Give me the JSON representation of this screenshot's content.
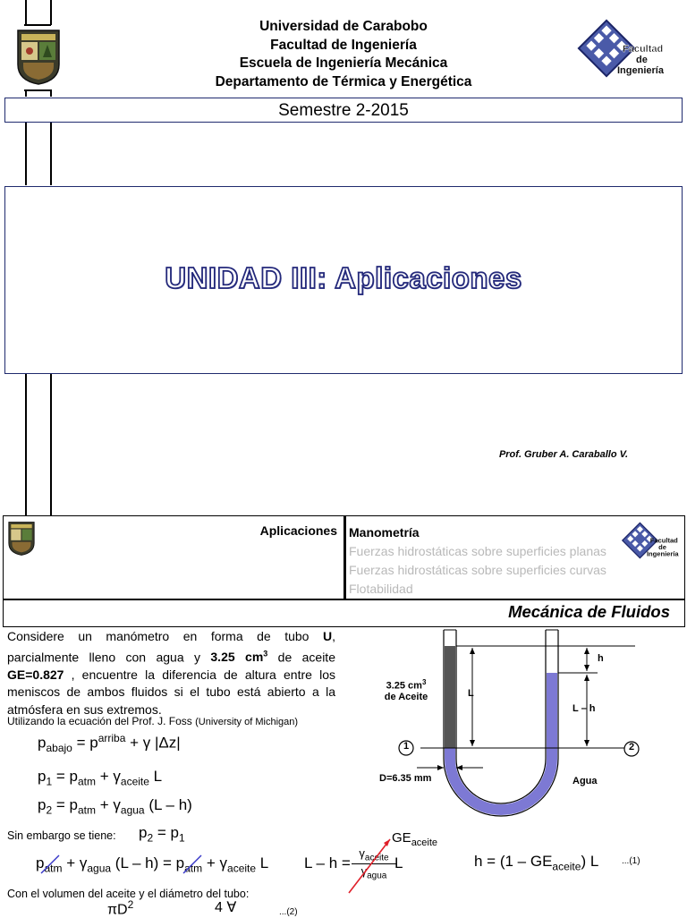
{
  "slide1": {
    "header_lines": [
      "Universidad de Carabobo",
      "Facultad de Ingeniería",
      "Escuela de Ingeniería Mecánica",
      "Departamento de Térmica y Energética"
    ],
    "logo_lettering": [
      "Facultad",
      "de",
      "Ingeniería"
    ],
    "semestre": "Semestre 2-2015",
    "unit_title": "UNIDAD III: Aplicaciones",
    "professor": "Prof. Gruber A. Caraballo V."
  },
  "slide2": {
    "section": "Aplicaciones",
    "nav_items": [
      "Manometría",
      "Fuerzas hidrostáticas sobre superficies planas",
      "Fuerzas hidrostáticas sobre superficies curvas",
      "Flotabilidad"
    ],
    "course": "Mecánica de Fluidos",
    "problem": {
      "p1": "Considere un manómetro en forma de tubo ",
      "p1_bold": "U",
      "p2": ", parcialmente lleno con agua y ",
      "p2_bold": "3.25 cm",
      "p2_sup": "3",
      "p3": " de aceite ",
      "p3_bold": "GE=0.827",
      "p4": " , encuentre la diferencia de altura entre los meniscos de ambos fluidos si el tubo está abierto a la atmósfera en sus extremos."
    },
    "foss_note": "Utilizando la ecuación del Prof. J. Foss",
    "foss_source": "(University of Michigan)",
    "however": "Sin embargo se tiene:",
    "volume_note": "Con el volumen del aceite y el diámetro del tubo:",
    "eq_label_1": "...(1)",
    "eq_label_2": "...(2)",
    "diagram": {
      "oil_label": "3.25 cm",
      "oil_sup": "3",
      "oil_label2": "de Aceite",
      "L": "L",
      "h": "h",
      "L_minus_h": "L – h",
      "point1": "1",
      "point2": "2",
      "diameter": "D=6.35 mm",
      "water": "Agua"
    },
    "ge_label": "GE",
    "ge_sub": "aceite",
    "colors": {
      "water": "#7d79d4",
      "oil": "#555555",
      "border": "#1f2a6e",
      "strike_red": "#e0202a",
      "strike_blue": "#3535c8"
    }
  }
}
